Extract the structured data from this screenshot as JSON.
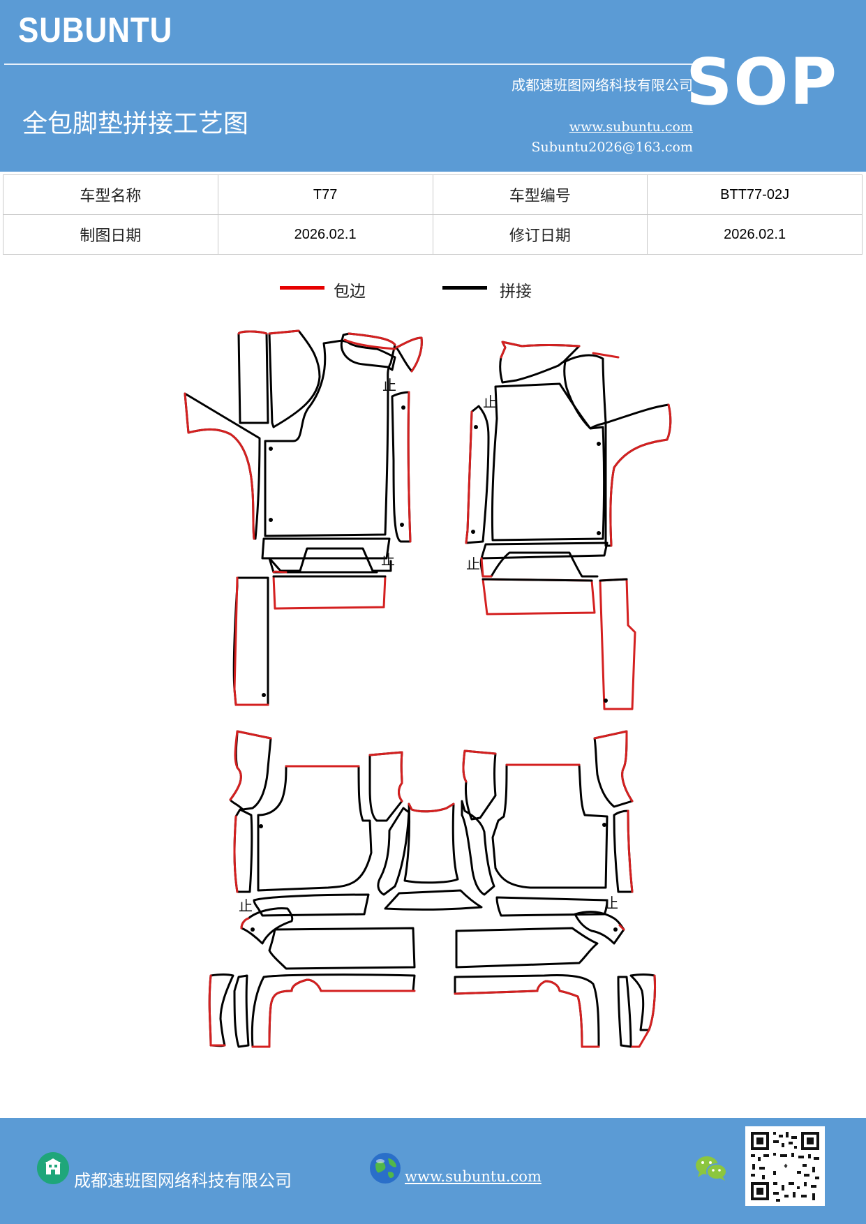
{
  "header": {
    "brand": "SUBUNTU",
    "company": "成都速班图网络科技有限公司",
    "title": "全包脚垫拼接工艺图",
    "website": "www.subuntu.com",
    "email": "Subuntu2026@163.com",
    "badge": "SOP",
    "color": "#5b9bd5"
  },
  "info": {
    "model_name_label": "车型名称",
    "model_name": "T77",
    "model_code_label": "车型编号",
    "model_code": "BTT77-02J",
    "draw_date_label": "制图日期",
    "draw_date": "2026.02.1",
    "revise_date_label": "修订日期",
    "revise_date": "2026.02.1"
  },
  "legend": {
    "edge_label": "包边",
    "edge_color": "#e60000",
    "joint_label": "拼接",
    "joint_color": "#000000"
  },
  "diagram": {
    "stop_mark": "止"
  },
  "footer": {
    "company": "成都速班图网络科技有限公司",
    "website": "www.subuntu.com",
    "icons": [
      "building-icon",
      "globe-icon",
      "wechat-icon",
      "qr-code"
    ]
  }
}
